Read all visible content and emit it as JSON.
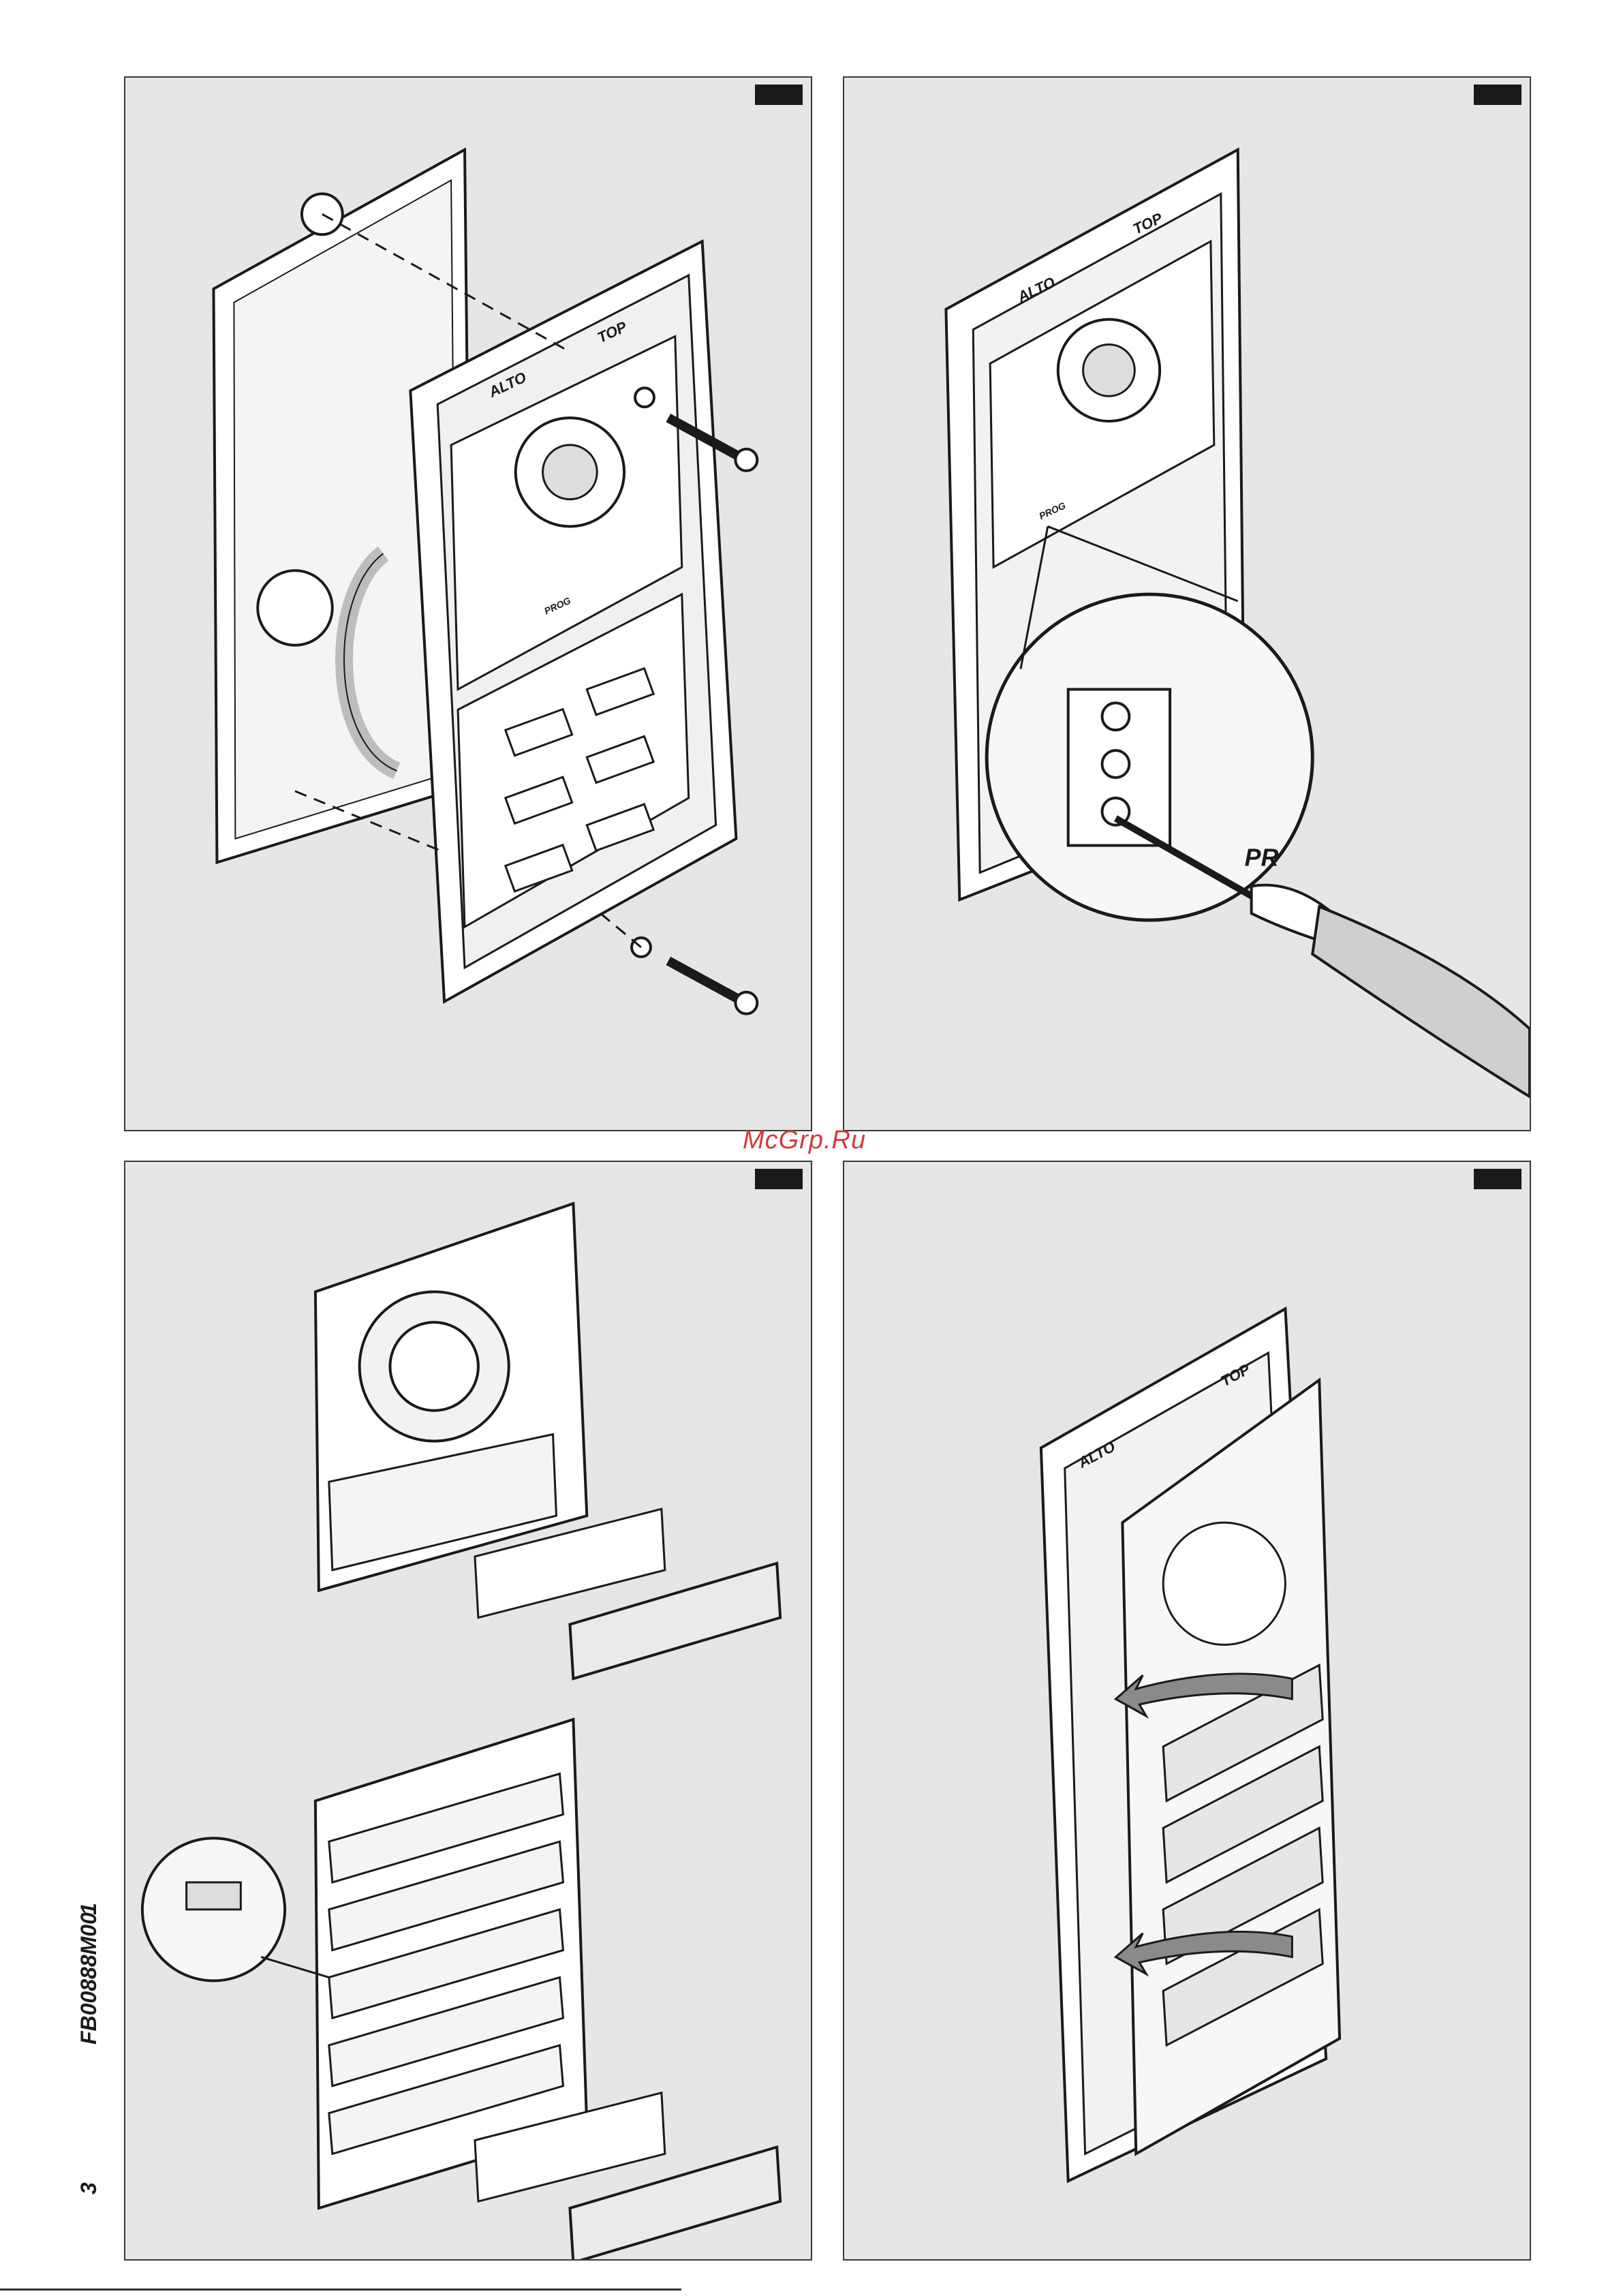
{
  "watermark": "McGrp.Ru",
  "side_labels": {
    "page_number": "3",
    "doc_code": "FB00888M00",
    "section": "1"
  },
  "panel1": {
    "label_alto": "ALTO",
    "label_top": "TOP",
    "label_prog": "PROG"
  },
  "panel2": {
    "label_alto": "ALTO",
    "label_top": "TOP",
    "label_prog": "PROG",
    "label_zoom": "PR"
  },
  "panel4": {
    "label_alto": "ALTO",
    "label_top": "TOP"
  }
}
